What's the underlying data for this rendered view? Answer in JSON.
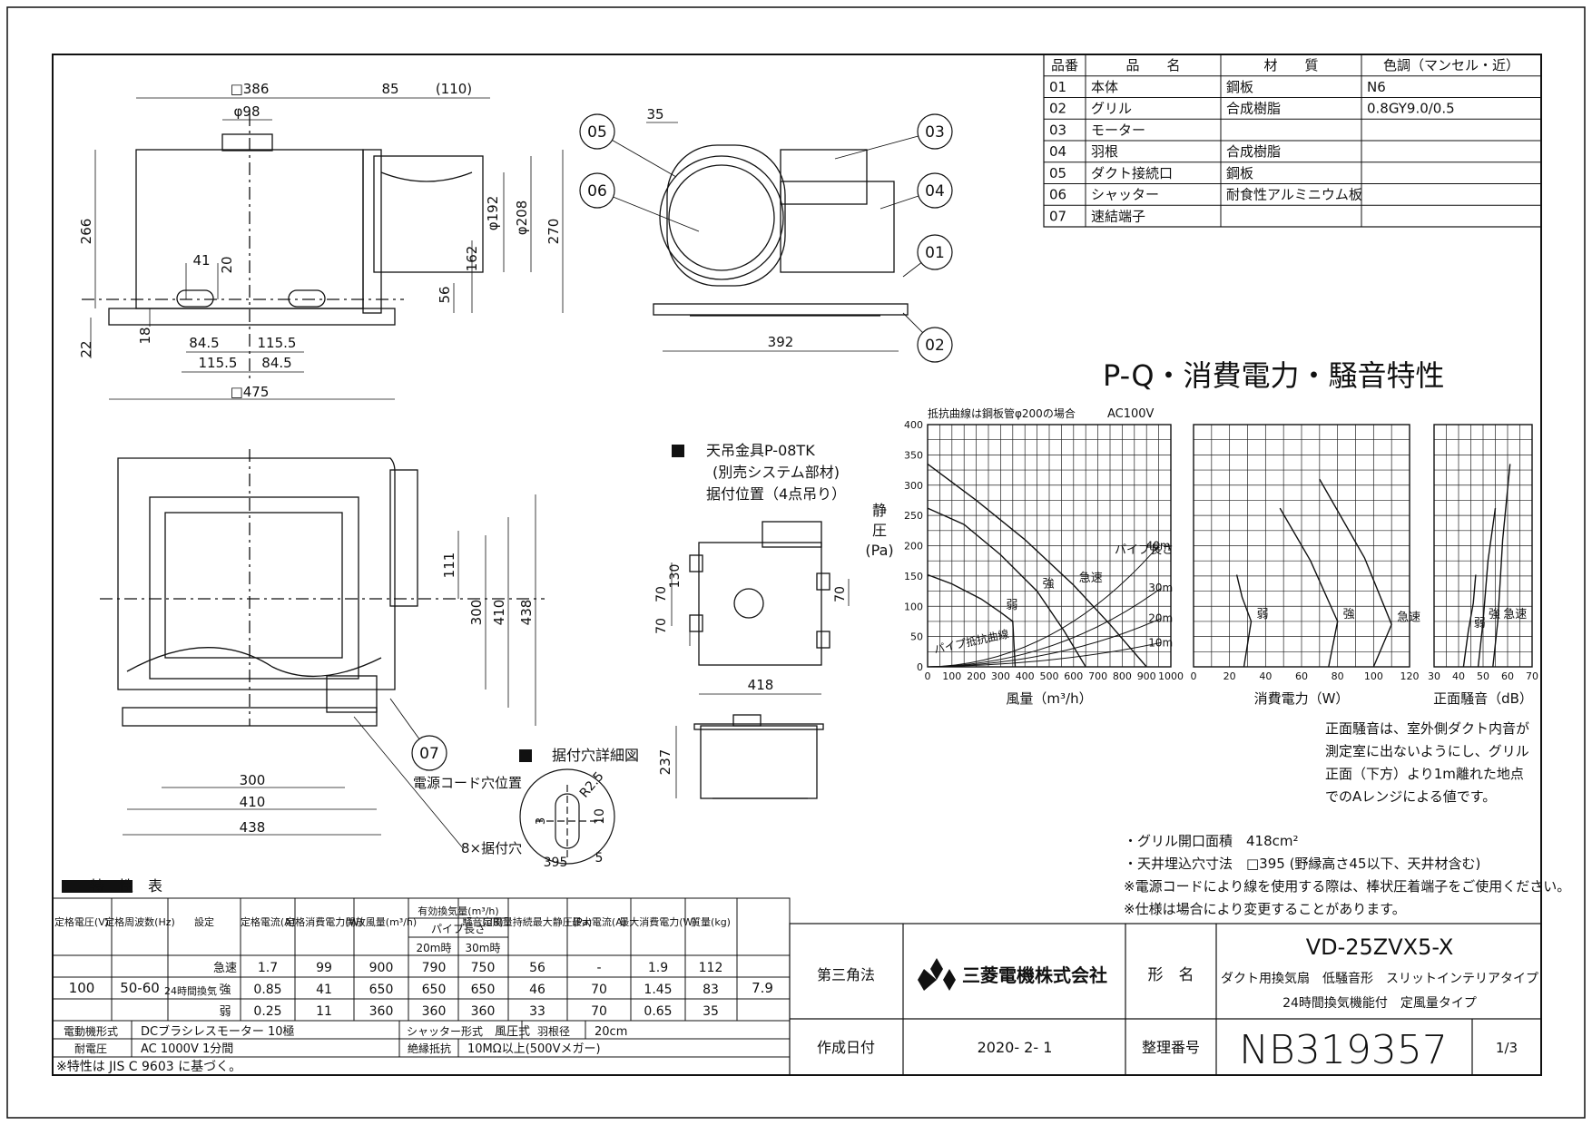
{
  "parts_table": {
    "headers": [
      "品番",
      "品　　名",
      "材　　質",
      "色調（マンセル・近）"
    ],
    "rows": [
      [
        "01",
        "本体",
        "鋼板",
        "N6"
      ],
      [
        "02",
        "グリル",
        "合成樹脂",
        "0.8GY9.0/0.5"
      ],
      [
        "03",
        "モーター",
        "",
        ""
      ],
      [
        "04",
        "羽根",
        "合成樹脂",
        ""
      ],
      [
        "05",
        "ダクト接続口",
        "鋼板",
        ""
      ],
      [
        "06",
        "シャッター",
        "耐食性アルミニウム板",
        ""
      ],
      [
        "07",
        "速結端子",
        "",
        ""
      ]
    ]
  },
  "dims": {
    "top_view": [
      "□386",
      "85",
      "(110)",
      "φ98",
      "266",
      "φ192",
      "φ208",
      "270",
      "162",
      "56",
      "41",
      "20",
      "18",
      "22",
      "84.5",
      "115.5",
      "115.5",
      "84.5",
      "□475"
    ],
    "side_view": [
      "35",
      "392"
    ],
    "bottom_view": [
      "111",
      "300",
      "410",
      "438",
      "300",
      "410",
      "438"
    ],
    "hanger_view": [
      "70",
      "130",
      "70",
      "418",
      "237"
    ],
    "hole_detail": [
      "R2.5",
      "3",
      "10",
      "5",
      "395"
    ]
  },
  "part_callouts": [
    "05",
    "06",
    "03",
    "04",
    "01",
    "02",
    "07"
  ],
  "labels": {
    "hanger_title": "天吊金具P-08TK",
    "hanger_sub": "(別売システム部材)",
    "hanger_pos": "据付位置（4点吊り）",
    "hole_detail_title": "据付穴詳細図",
    "cord_hole": "電源コード穴位置",
    "mount_holes": "8×据付穴"
  },
  "chart_section": {
    "title": "P-Q・消費電力・騒音特性",
    "note_top": "抵抗曲線は鋼板管φ200の場合",
    "voltage": "AC100V",
    "static_pressure_label": [
      "静",
      "圧",
      "(Pa)"
    ],
    "pipe_length_label": "パイプ長さ",
    "pipe_resistance_label": "パイプ抵抗曲線",
    "noise_note": [
      "正面騒音は、室外側ダクト内音が",
      "測定室に出ないようにし、グリル",
      "正面（下方）より1m離れた地点",
      "でのAレンジによる値です。"
    ]
  },
  "chart_data": [
    {
      "type": "line",
      "title": "",
      "xlabel": "風量（m³/h）",
      "ylabel": "静圧(Pa)",
      "xlim": [
        0,
        1000
      ],
      "ylim": [
        0,
        400
      ],
      "x_ticks": [
        "0",
        "100",
        "200",
        "300",
        "400",
        "500",
        "600",
        "700",
        "800",
        "900",
        "1000"
      ],
      "y_ticks": [
        "0",
        "50",
        "100",
        "150",
        "200",
        "250",
        "300",
        "350",
        "400"
      ],
      "grid": true,
      "series": [
        {
          "name": "急速",
          "points": [
            [
              0,
              335
            ],
            [
              200,
              275
            ],
            [
              400,
              210
            ],
            [
              600,
              135
            ],
            [
              750,
              70
            ],
            [
              900,
              0
            ]
          ]
        },
        {
          "name": "強",
          "points": [
            [
              0,
              262
            ],
            [
              150,
              235
            ],
            [
              300,
              185
            ],
            [
              450,
              125
            ],
            [
              560,
              60
            ],
            [
              650,
              0
            ]
          ]
        },
        {
          "name": "弱",
          "points": [
            [
              0,
              152
            ],
            [
              100,
              137
            ],
            [
              220,
              112
            ],
            [
              300,
              90
            ],
            [
              350,
              75
            ],
            [
              360,
              0
            ]
          ]
        }
      ],
      "resistance_curves": [
        {
          "name": "40m",
          "end": [
            950,
            200
          ]
        },
        {
          "name": "30m",
          "end": [
            960,
            130
          ]
        },
        {
          "name": "20m",
          "end": [
            960,
            80
          ]
        },
        {
          "name": "10m",
          "end": [
            960,
            40
          ]
        }
      ]
    },
    {
      "type": "line",
      "title": "",
      "xlabel": "消費電力（W）",
      "ylabel": "",
      "xlim": [
        0,
        120
      ],
      "ylim": [
        0,
        400
      ],
      "x_ticks": [
        "0",
        "20",
        "40",
        "60",
        "80",
        "100",
        "120"
      ],
      "grid": true,
      "series": [
        {
          "name": "急速",
          "points": [
            [
              70,
              310
            ],
            [
              95,
              180
            ],
            [
              110,
              70
            ],
            [
              100,
              0
            ]
          ]
        },
        {
          "name": "強",
          "points": [
            [
              48,
              262
            ],
            [
              65,
              175
            ],
            [
              80,
              75
            ],
            [
              75,
              0
            ]
          ]
        },
        {
          "name": "弱",
          "points": [
            [
              24,
              152
            ],
            [
              27,
              115
            ],
            [
              32,
              75
            ],
            [
              28,
              0
            ]
          ]
        }
      ]
    },
    {
      "type": "line",
      "title": "",
      "xlabel": "正面騒音（dB）",
      "ylabel": "",
      "xlim": [
        30,
        70
      ],
      "ylim": [
        0,
        400
      ],
      "x_ticks": [
        "30",
        "40",
        "50",
        "60",
        "70"
      ],
      "grid": true,
      "series": [
        {
          "name": "急速",
          "points": [
            [
              61,
              335
            ],
            [
              58,
              210
            ],
            [
              56,
              75
            ],
            [
              54,
              0
            ]
          ]
        },
        {
          "name": "強",
          "points": [
            [
              55,
              262
            ],
            [
              52,
              175
            ],
            [
              50,
              75
            ],
            [
              48,
              0
            ]
          ]
        },
        {
          "name": "弱",
          "points": [
            [
              47,
              152
            ],
            [
              46,
              105
            ],
            [
              44,
              60
            ],
            [
              42,
              0
            ]
          ]
        }
      ]
    }
  ],
  "spec_table": {
    "title": "特　性　表",
    "headers": [
      "定格電圧(V)",
      "定格周波数(Hz)",
      "設定",
      "定格電流(A)",
      "定格消費電力(W)",
      "開放風量(m³/h)",
      "有効換気量(m³/h)",
      "騒音(dB)",
      "定風量持続最大静圧(Pa)",
      "最大電流(A)",
      "最大消費電力(W)",
      "質量(kg)"
    ],
    "pipe_header": "パイプ長さ",
    "pipe_cols": [
      "20m時",
      "30m時"
    ],
    "voltage": "100",
    "freq": "50-60",
    "mass": "7.9",
    "mode_group": "24時間換気",
    "rows": [
      {
        "mode": "急速",
        "current": "1.7",
        "power": "99",
        "open": "900",
        "p20": "790",
        "p30": "750",
        "noise": "56",
        "static": "-",
        "maxa": "1.9",
        "maxw": "112"
      },
      {
        "mode": "強",
        "current": "0.85",
        "power": "41",
        "open": "650",
        "p20": "650",
        "p30": "650",
        "noise": "46",
        "static": "70",
        "maxa": "1.45",
        "maxw": "83"
      },
      {
        "mode": "弱",
        "current": "0.25",
        "power": "11",
        "open": "360",
        "p20": "360",
        "p30": "360",
        "noise": "33",
        "static": "70",
        "maxa": "0.65",
        "maxw": "35"
      }
    ],
    "motor_label": "電動機形式",
    "motor_value": "DCブラシレスモーター 10極",
    "shutter_label": "シャッター形式",
    "shutter_value": "風圧式",
    "blade_label": "羽根径",
    "blade_value": "20cm",
    "withstand_label": "耐電圧",
    "withstand_value": "AC 1000V 1分間",
    "insulation_label": "絶縁抵抗",
    "insulation_value": "10MΩ以上(500Vメガー)",
    "footnote": "※特性は JIS C 9603 に基づく。"
  },
  "notes": [
    "・グリル開口面積　418cm²",
    "・天井埋込穴寸法　□395 (野縁高さ45以下、天井材含む)",
    "※電源コードにより線を使用する際は、棒状圧着端子をご使用ください。",
    "※仕様は場合により変更することがあります。"
  ],
  "title_block": {
    "projection": "第三角法",
    "company": "三菱電機株式会社",
    "model_label": "形　名",
    "model": "VD-25ZVX5-X",
    "desc1": "ダクト用換気扇　低騒音形　スリットインテリアタイプ",
    "desc2": "24時間換気機能付　定風量タイプ",
    "date_label": "作成日付",
    "date": "2020- 2- 1",
    "number_label": "整理番号",
    "number": "NB319357",
    "sheet": "1/3"
  },
  "colors": {
    "ink": "#111111",
    "paper": "#ffffff",
    "grid": "#222222"
  }
}
